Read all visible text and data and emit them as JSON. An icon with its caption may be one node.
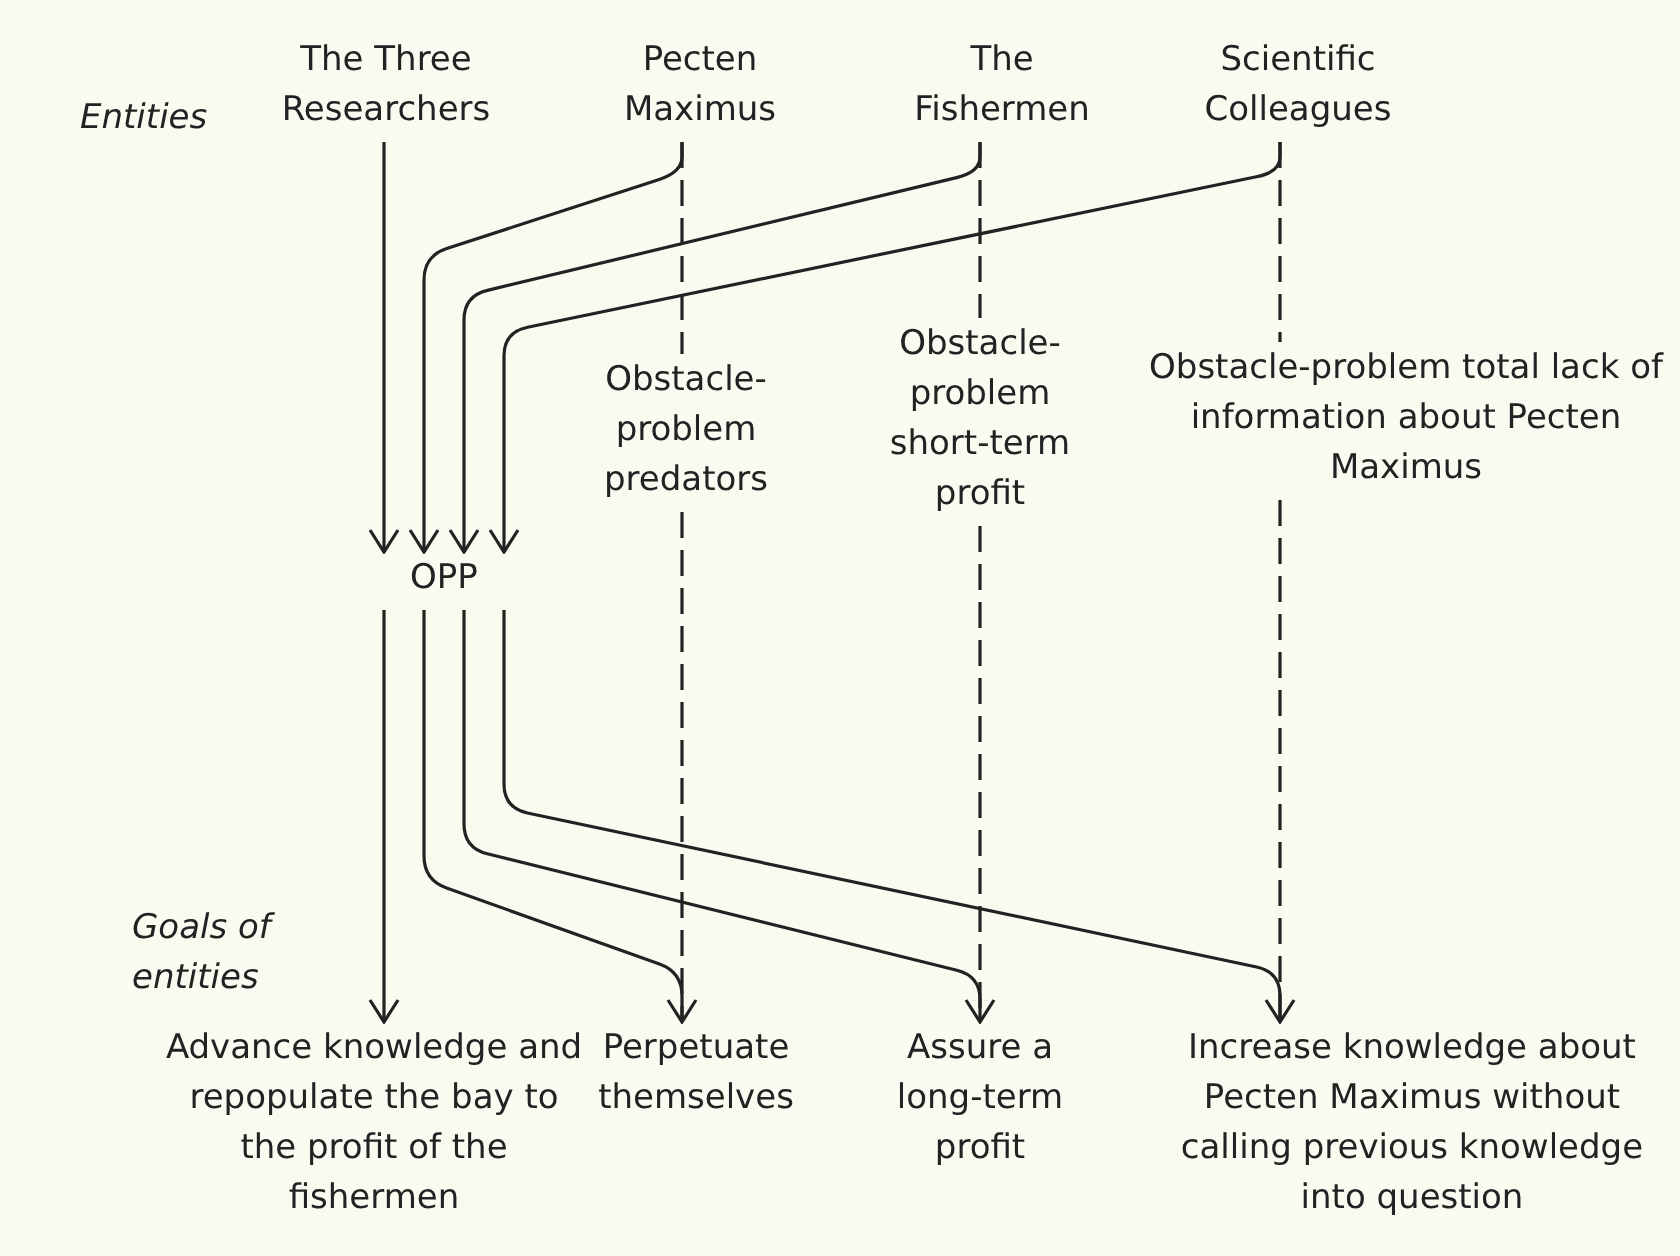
{
  "diagram": {
    "nodes": [
      {
        "text": [
          "The Three Researchers"
        ]
      },
      {
        "text": [
          "Pecten Maximus"
        ]
      },
      {
        "text": [
          "The Fishermen"
        ]
      },
      {
        "text": [
          "Scientific Colleagues"
        ]
      },
      {
        "text": [
          "Obstacle-problem predators"
        ]
      },
      {
        "text": [
          "Obstacle-problem short-term profit"
        ]
      },
      {
        "text": [
          "Obstacle-problem total lack of information about Pecten Maximus"
        ]
      },
      {
        "text": [
          "OPP"
        ]
      },
      {
        "text": [
          "Advance knowledge and repopulate the bay to the profit of the fishermen"
        ]
      },
      {
        "text": [
          "Perpetuate themselves"
        ]
      },
      {
        "text": [
          "Assure a long-term profit"
        ]
      },
      {
        "text": [
          "Increase knowledge about Pecten Maximus without calling previous knowledge into question"
        ]
      }
    ],
    "edges": [
      {
        "from": 0,
        "to": 7,
        "arrow": "to"
      },
      {
        "from": 1,
        "to": 7,
        "arrow": "to"
      },
      {
        "from": 2,
        "to": 7,
        "arrow": "to"
      },
      {
        "from": 3,
        "to": 7,
        "arrow": "to"
      },
      {
        "from": 7,
        "to": 8,
        "arrow": "to"
      },
      {
        "from": 7,
        "to": 9,
        "arrow": "to"
      },
      {
        "from": 7,
        "to": 10,
        "arrow": "to"
      },
      {
        "from": 7,
        "to": 11,
        "arrow": "to"
      },
      {
        "from": 1,
        "to": 4,
        "arrow": "none",
        "style": "dashed"
      },
      {
        "from": 2,
        "to": 5,
        "arrow": "none",
        "style": "dashed"
      },
      {
        "from": 3,
        "to": 6,
        "arrow": "none",
        "style": "dashed"
      },
      {
        "from": 4,
        "to": 9,
        "arrow": "none",
        "style": "dashed"
      },
      {
        "from": 5,
        "to": 10,
        "arrow": "none",
        "style": "dashed"
      },
      {
        "from": 6,
        "to": 11,
        "arrow": "none",
        "style": "dashed"
      }
    ],
    "labels": [
      "Entities",
      "Goals of entities"
    ]
  }
}
